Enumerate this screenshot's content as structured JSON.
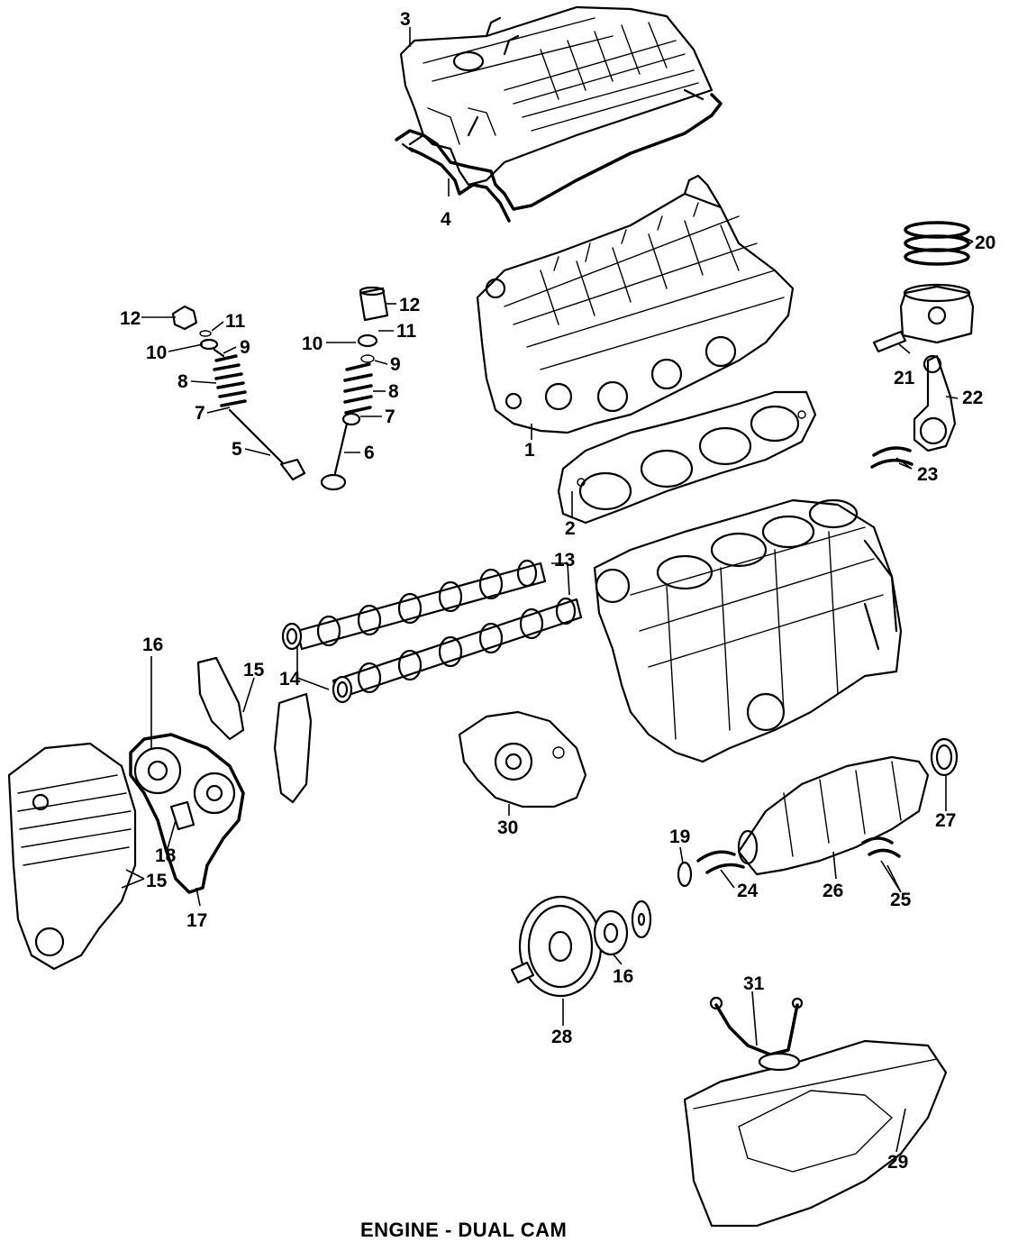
{
  "caption": "ENGINE - DUAL CAM",
  "callouts": [
    {
      "id": "c1",
      "text": "1"
    },
    {
      "id": "c2",
      "text": "2"
    },
    {
      "id": "c3",
      "text": "3"
    },
    {
      "id": "c4",
      "text": "4"
    },
    {
      "id": "c5",
      "text": "5"
    },
    {
      "id": "c6",
      "text": "6"
    },
    {
      "id": "c7a",
      "text": "7"
    },
    {
      "id": "c7b",
      "text": "7"
    },
    {
      "id": "c8a",
      "text": "8"
    },
    {
      "id": "c8b",
      "text": "8"
    },
    {
      "id": "c9a",
      "text": "9"
    },
    {
      "id": "c9b",
      "text": "9"
    },
    {
      "id": "c10a",
      "text": "10"
    },
    {
      "id": "c10b",
      "text": "10"
    },
    {
      "id": "c11a",
      "text": "11"
    },
    {
      "id": "c11b",
      "text": "11"
    },
    {
      "id": "c12a",
      "text": "12"
    },
    {
      "id": "c12b",
      "text": "12"
    },
    {
      "id": "c13",
      "text": "13"
    },
    {
      "id": "c14",
      "text": "14"
    },
    {
      "id": "c15a",
      "text": "15"
    },
    {
      "id": "c15b",
      "text": "15"
    },
    {
      "id": "c16a",
      "text": "16"
    },
    {
      "id": "c16b",
      "text": "16"
    },
    {
      "id": "c17",
      "text": "17"
    },
    {
      "id": "c18",
      "text": "18"
    },
    {
      "id": "c19",
      "text": "19"
    },
    {
      "id": "c20",
      "text": "20"
    },
    {
      "id": "c21",
      "text": "21"
    },
    {
      "id": "c22",
      "text": "22"
    },
    {
      "id": "c23",
      "text": "23"
    },
    {
      "id": "c24",
      "text": "24"
    },
    {
      "id": "c25",
      "text": "25"
    },
    {
      "id": "c26",
      "text": "26"
    },
    {
      "id": "c27",
      "text": "27"
    },
    {
      "id": "c28",
      "text": "28"
    },
    {
      "id": "c29",
      "text": "29"
    },
    {
      "id": "c30",
      "text": "30"
    },
    {
      "id": "c31",
      "text": "31"
    }
  ]
}
